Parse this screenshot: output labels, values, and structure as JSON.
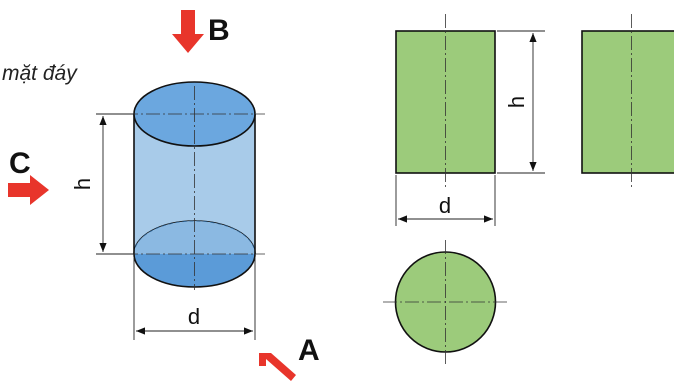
{
  "labels": {
    "base_face": "mặt đáy",
    "height": "h",
    "diameter": "d",
    "view_a": "A",
    "view_b": "B",
    "view_c": "C"
  },
  "colors": {
    "cylinder_fill": "#a8cbe9",
    "cylinder_base": "#5b9bd8",
    "cylinder_top": "#6ba7df",
    "view_fill": "#9ccb7b",
    "arrow_red": "#e8352b",
    "outline": "#111111"
  }
}
